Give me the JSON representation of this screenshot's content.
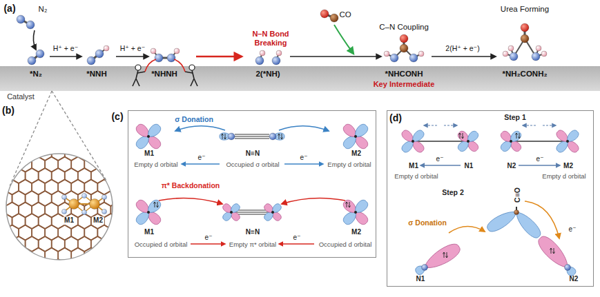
{
  "diagram": {
    "nodes": [
      {
        "text": [
          "*N₂",
          "*NNH",
          "*NHNH",
          "2(*NH)",
          "*NHCONH",
          "Key Intermediate",
          "*NH₂CONH₂",
          "Catalyst"
        ]
      },
      {
        "text": [
          "(b)",
          "M1",
          "M2"
        ]
      },
      {
        "text": [
          "(c)",
          "σ Donation",
          "M1",
          "N≡N",
          "M2",
          "Empty d orbital",
          "Occupied σ orbital",
          "Empty d orbital",
          "e⁻",
          "e⁻",
          "π* Backdonation",
          "M1",
          "N≡N",
          "M2",
          "Occupied d orbital",
          "Empty π* orbital",
          "Occupied d orbital",
          "e⁻",
          "e⁻"
        ]
      },
      {
        "text": [
          "(d)",
          "Step 1",
          "M1",
          "N1",
          "N2",
          "M2",
          "e⁻",
          "e⁻",
          "Empty d orbital",
          "Empty d orbital",
          "Step 2",
          "C≡O",
          "σ Donation",
          "N1",
          "N2",
          "e⁻"
        ]
      }
    ],
    "edges": [
      {
        "from": 0,
        "to": 1,
        "arrow": "none"
      }
    ],
    "labels": [
      "(a)",
      "N₂",
      "H⁺ + e⁻",
      "H⁺ + e⁻",
      "N–N Bond Breaking",
      "CO",
      "C–N Coupling",
      "Urea Forming",
      "2(H⁺ + e⁻)"
    ]
  }
}
